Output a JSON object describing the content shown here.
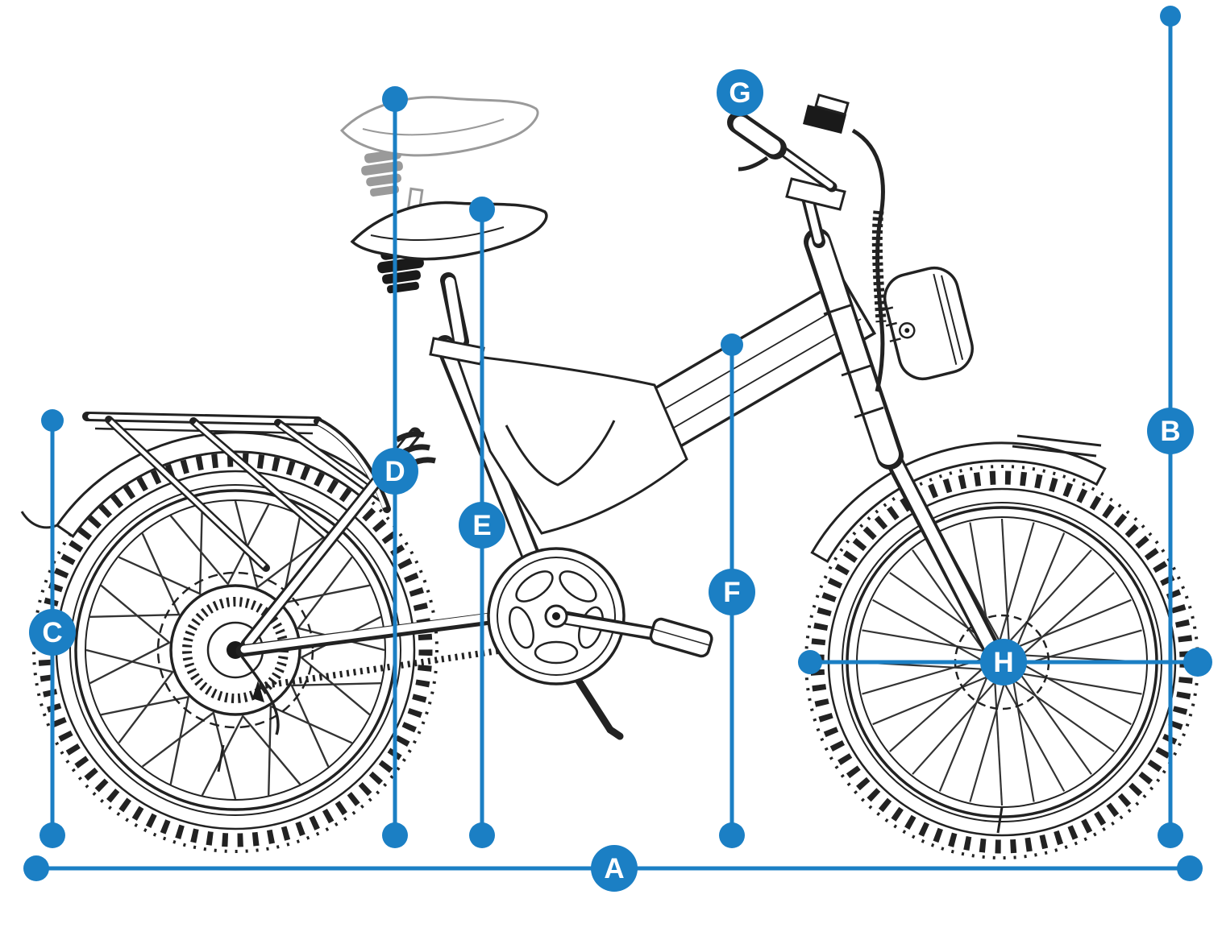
{
  "diagram": {
    "type": "ebike-geometry-diagram",
    "subject": "electric fat-tire bicycle side-view line drawing with dimension callouts",
    "colors": {
      "accent": "#1b7fc4",
      "line_art": "#222222",
      "ghost_saddle": "#9a9a9a",
      "background": "#ffffff"
    },
    "measurements": [
      {
        "id": "A",
        "label": "A",
        "orientation": "horizontal"
      },
      {
        "id": "B",
        "label": "B",
        "orientation": "vertical"
      },
      {
        "id": "C",
        "label": "C",
        "orientation": "vertical"
      },
      {
        "id": "D",
        "label": "D",
        "orientation": "vertical"
      },
      {
        "id": "E",
        "label": "E",
        "orientation": "vertical"
      },
      {
        "id": "F",
        "label": "F",
        "orientation": "vertical"
      },
      {
        "id": "G",
        "label": "G",
        "orientation": "marker"
      },
      {
        "id": "H",
        "label": "H",
        "orientation": "horizontal"
      }
    ]
  }
}
